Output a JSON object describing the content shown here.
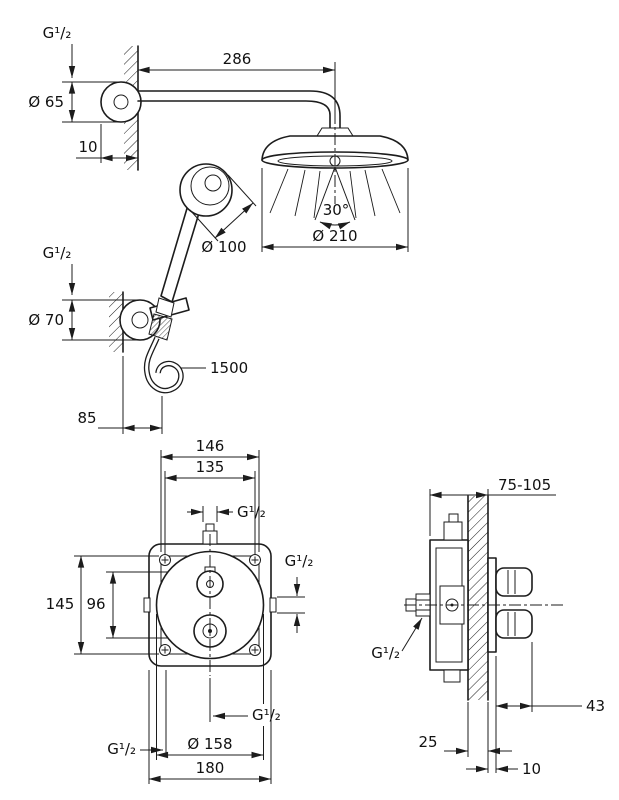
{
  "colors": {
    "ink": "#1c1c1c",
    "background": "#ffffff"
  },
  "shower_view": {
    "dims": {
      "top_thread": "G¹/₂",
      "flange_diameter": "Ø 65",
      "wall_offset": "10",
      "arm_length": "286",
      "spray_angle": "30°",
      "hand_diameter": "Ø 100",
      "head_diameter": "Ø 210",
      "bracket_thread": "G¹/₂",
      "bracket_diameter": "Ø 70",
      "hose_length": "1500",
      "wall_to_hose": "85"
    }
  },
  "front_view": {
    "dims": {
      "box_width": "146",
      "screw_spacing": "135",
      "top_thread": "G¹/₂",
      "right_thread": "G¹/₂",
      "box_height": "145",
      "port_spacing": "96",
      "bottom_left_thread": "G¹/₂",
      "bottom_center_thread": "G¹/₂",
      "trim_diameter": "Ø 158",
      "plate_width": "180"
    }
  },
  "side_view": {
    "dims": {
      "install_depth": "75-105",
      "inlet_thread": "G¹/₂",
      "knob_projection": "43",
      "front_depth": "25",
      "wall_layer": "10"
    }
  }
}
